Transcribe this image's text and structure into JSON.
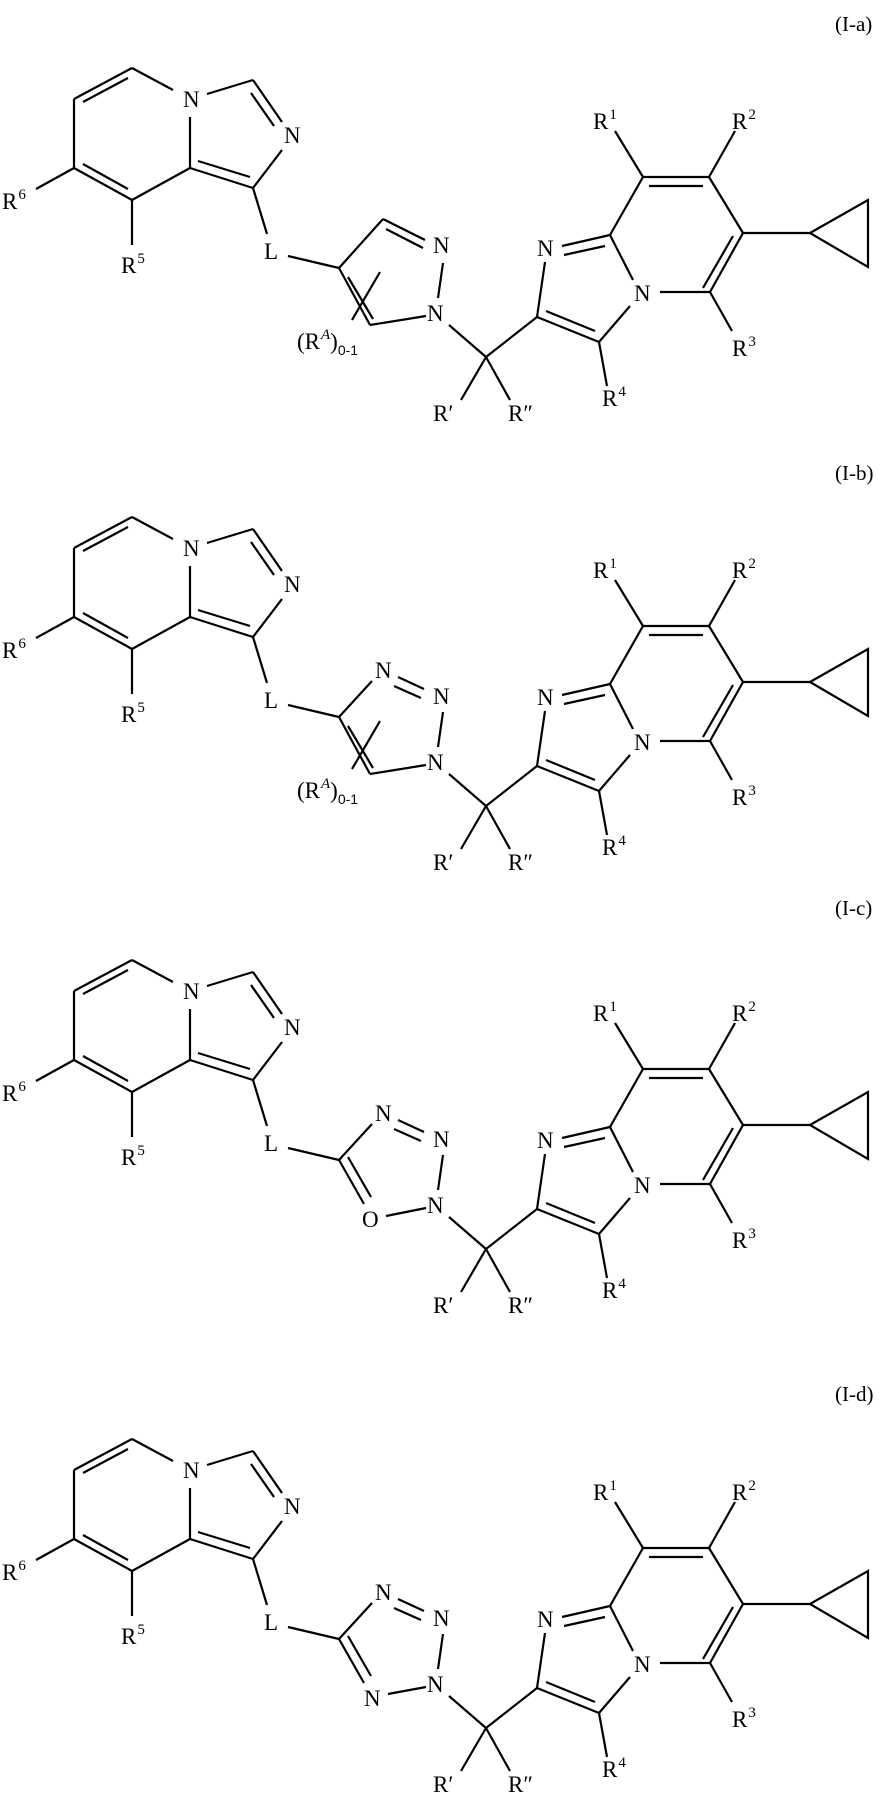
{
  "document": {
    "type": "chemical structure figure",
    "formulas": [
      {
        "id": "I-a",
        "label": "(I-a)",
        "linker_ring": "pyrazole",
        "ring_atoms": {
          "top": "",
          "right": "N",
          "bottom_right": "N",
          "bottom_left": ""
        },
        "substituent_label": {
          "base": "(R",
          "sup": "A",
          "close": ")",
          "sub": "0-1"
        }
      },
      {
        "id": "I-b",
        "label": "(I-b)",
        "linker_ring": "1,2,3-triazole",
        "ring_atoms": {
          "top": "N",
          "right": "N",
          "bottom_right": "N",
          "bottom_left": ""
        },
        "substituent_label": {
          "base": "(R",
          "sup": "A",
          "close": ")",
          "sub": "0-1"
        }
      },
      {
        "id": "I-c",
        "label": "(I-c)",
        "linker_ring": "oxatriazole",
        "ring_atoms": {
          "top": "N",
          "right": "N",
          "bottom_right": "N",
          "bottom_left": "O"
        }
      },
      {
        "id": "I-d",
        "label": "(I-d)",
        "linker_ring": "tetrazole",
        "ring_atoms": {
          "top": "N",
          "right": "N",
          "bottom_right": "N",
          "bottom_left": "N"
        }
      }
    ],
    "common_atoms": {
      "N": "N",
      "L": "L",
      "R": "R",
      "R1_sup": "1",
      "R2_sup": "2",
      "R3_sup": "3",
      "R4_sup": "4",
      "R5_sup": "5",
      "R6_sup": "6",
      "R_prime": "R′",
      "R_double_prime": "R″"
    }
  }
}
